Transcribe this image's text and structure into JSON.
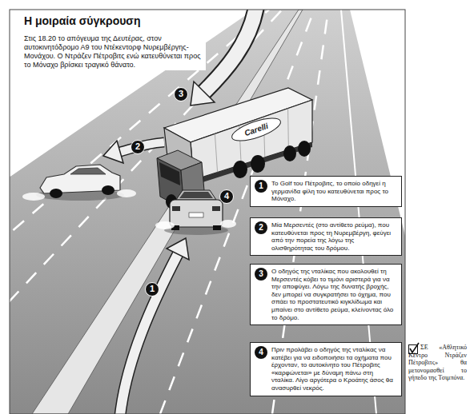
{
  "diagram": {
    "title": "Η μοιραία σύγκρουση",
    "nodes": [
      {
        "text": [
          "1",
          "Το Golf του Πέτροβιτς, το οποίο οδηγεί η γερμανίδα φίλη του κατευθύνεται προς το Μόναχο."
        ]
      },
      {
        "text": [
          "2",
          "Μία Μερσεντές (στο αντίθετο ρεύμα), που κατευθύνεται προς τη Νυρεμβέργη, φεύγει από την πορεία της λόγω της ολισθηρότητας του δρόμου."
        ]
      },
      {
        "text": [
          "3",
          "Ο οδηγός της νταλίκας που ακολουθεί τη Μερσεντές κόβει το τιμόνι αριστερά για να την αποφύγει. Λόγω της δυνατής βροχής, δεν μπορεί να συγκρατήσει το όχημα, που σπάει το προστατευτικό κιγκλίδωμα και μπαίνει στο αντίθετο ρεύμα, κλείνοντας όλο το δρόμο."
        ]
      },
      {
        "text": [
          "4",
          "Πριν προλάβει ο οδηγός της νταλίκας να κατέβει για να ειδοποιήσει τα οχήματα που έρχονταν, το αυτοκίνητο του Πέτροβιτς «καρφώνεται» με δύναμη πάνω στη νταλίκα. Λίγο αργότερα ο Κροάτης άσος θα ανασυρθεί νεκρός."
        ]
      }
    ],
    "labels": [
      "Στις 18.20 το απόγευμα της Δευτέρας, στον αυτοκινητόδρομο Α9 του Ντέκεντορφ Νυρεμβέργης-Μονάχου. Ο Ντράζεν Πέτροβιτς ενώ κατευθύνεται προς το Μόναχο βρίσκει τραγικό θάνατο.",
      "3",
      "Carelli",
      "2",
      "4",
      "1",
      "ΣΕ «Αθλητικό Κέντρο Ντράζεν Πέτροβιτς» θα μετονομασθεί το γήπεδο της Τσιμπόνα."
    ]
  }
}
